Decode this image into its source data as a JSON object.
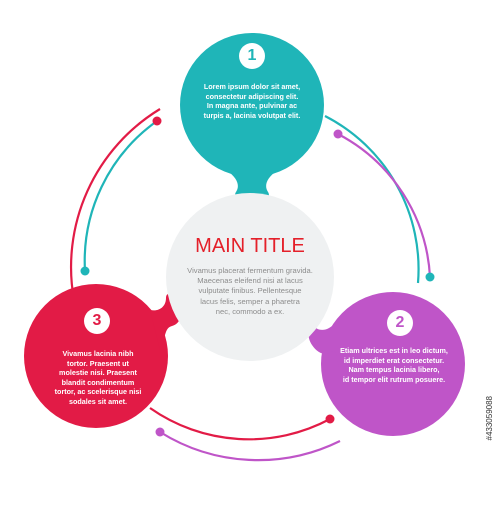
{
  "colors": {
    "teal": "#1fb5b8",
    "magenta": "#bf55c8",
    "red": "#e21b46",
    "center": "#eff1f2",
    "title": "#e4202a"
  },
  "center": {
    "title": "MAIN TITLE",
    "body": "Vivamus placerat fermentum gravida.\nMaecenas eleifend nisi at lacus\nvulputate finibus. Pellentesque\nlacus felis, semper a pharetra\nnec, commodo a ex."
  },
  "steps": [
    {
      "number": "1",
      "text": "Lorem ipsum dolor sit amet,\nconsectetur adipiscing elit.\nIn magna ante, pulvinar ac\nturpis a, lacinia volutpat elit."
    },
    {
      "number": "2",
      "text": "Etiam ultrices est in leo dictum,\nid imperdiet erat consectetur.\nNam tempus lacinia libero,\nid tempor elit rutrum posuere."
    },
    {
      "number": "3",
      "text": "Vivamus lacinia nibh\ntortor. Praesent ut\nmolestie nisi. Praesent\nblandit condimentum\ntortor, ac scelerisque nisi\nsodales sit amet."
    }
  ],
  "watermark": "#433059088"
}
